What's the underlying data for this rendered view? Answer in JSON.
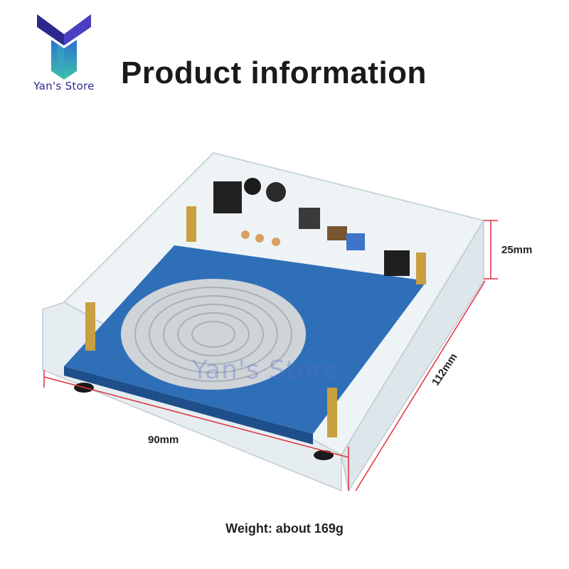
{
  "brand": {
    "name": "Yan's Store",
    "watermark": "Yan's Store"
  },
  "header": {
    "title": "Product information"
  },
  "dimensions": {
    "width": "90mm",
    "height": "25mm",
    "depth": "112mm"
  },
  "footer": {
    "weight": "Weight: about 169g"
  },
  "colors": {
    "dimension_line": "#e0303a",
    "pcb": "#2f6fb8",
    "logo_top": "#2b2a8c",
    "logo_stem": "#3fb8a8"
  }
}
